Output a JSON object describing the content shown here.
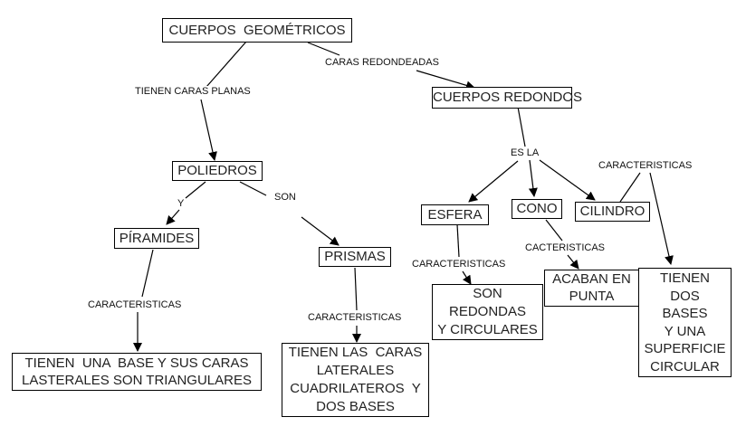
{
  "nodes": {
    "root": "CUERPOS  GEOMÉTRICOS",
    "redondos": "CUERPOS REDONDOS",
    "poliedros": "POLIEDROS",
    "piramides": "PÍRAMIDES",
    "prismas": "PRISMAS",
    "esfera": "ESFERA",
    "cono": "CONO",
    "cilindro": "CILINDRO",
    "piramides_desc": [
      "TIENEN  UNA  BASE Y SUS CARAS",
      "LASTERALES SON TRIANGULARES"
    ],
    "prismas_desc": [
      "TIENEN LAS  CARAS",
      "LATERALES",
      "CUADRILATEROS  Y",
      "DOS BASES"
    ],
    "esfera_desc": [
      "SON",
      "REDONDAS",
      "Y CIRCULARES"
    ],
    "cono_desc": [
      "ACABAN EN",
      "PUNTA"
    ],
    "cilindro_desc": [
      "TIENEN",
      "DOS",
      "BASES",
      "Y UNA",
      "SUPERFICIE",
      "CIRCULAR"
    ]
  },
  "links": {
    "tienen_caras_planas": "TIENEN  CARAS  PLANAS",
    "caras_redondeadas": "CARAS REDONDEADAS",
    "y": "Y",
    "son": "SON",
    "es_la": "ES LA",
    "car_piramides": "CARACTERISTICAS",
    "car_prismas": "CARACTERISTICAS",
    "car_esfera": "CARACTERISTICAS",
    "car_cono": "CACTERISTICAS",
    "car_cilindro": "CARACTERISTICAS"
  }
}
